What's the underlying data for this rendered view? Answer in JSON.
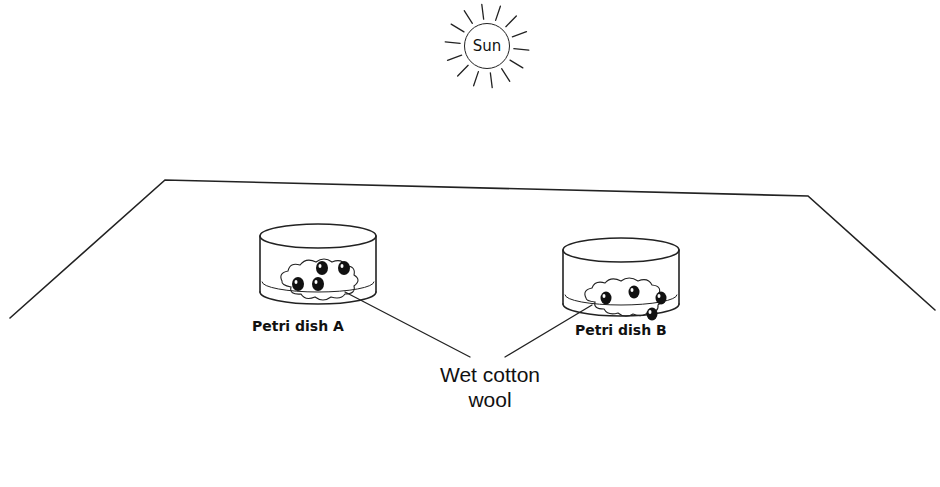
{
  "diagram": {
    "nodes": [
      {
        "text": [
          "Sun"
        ]
      }
    ],
    "labels": [
      "Petri dish A",
      "Petri dish B",
      "Wet cotton wool"
    ]
  }
}
